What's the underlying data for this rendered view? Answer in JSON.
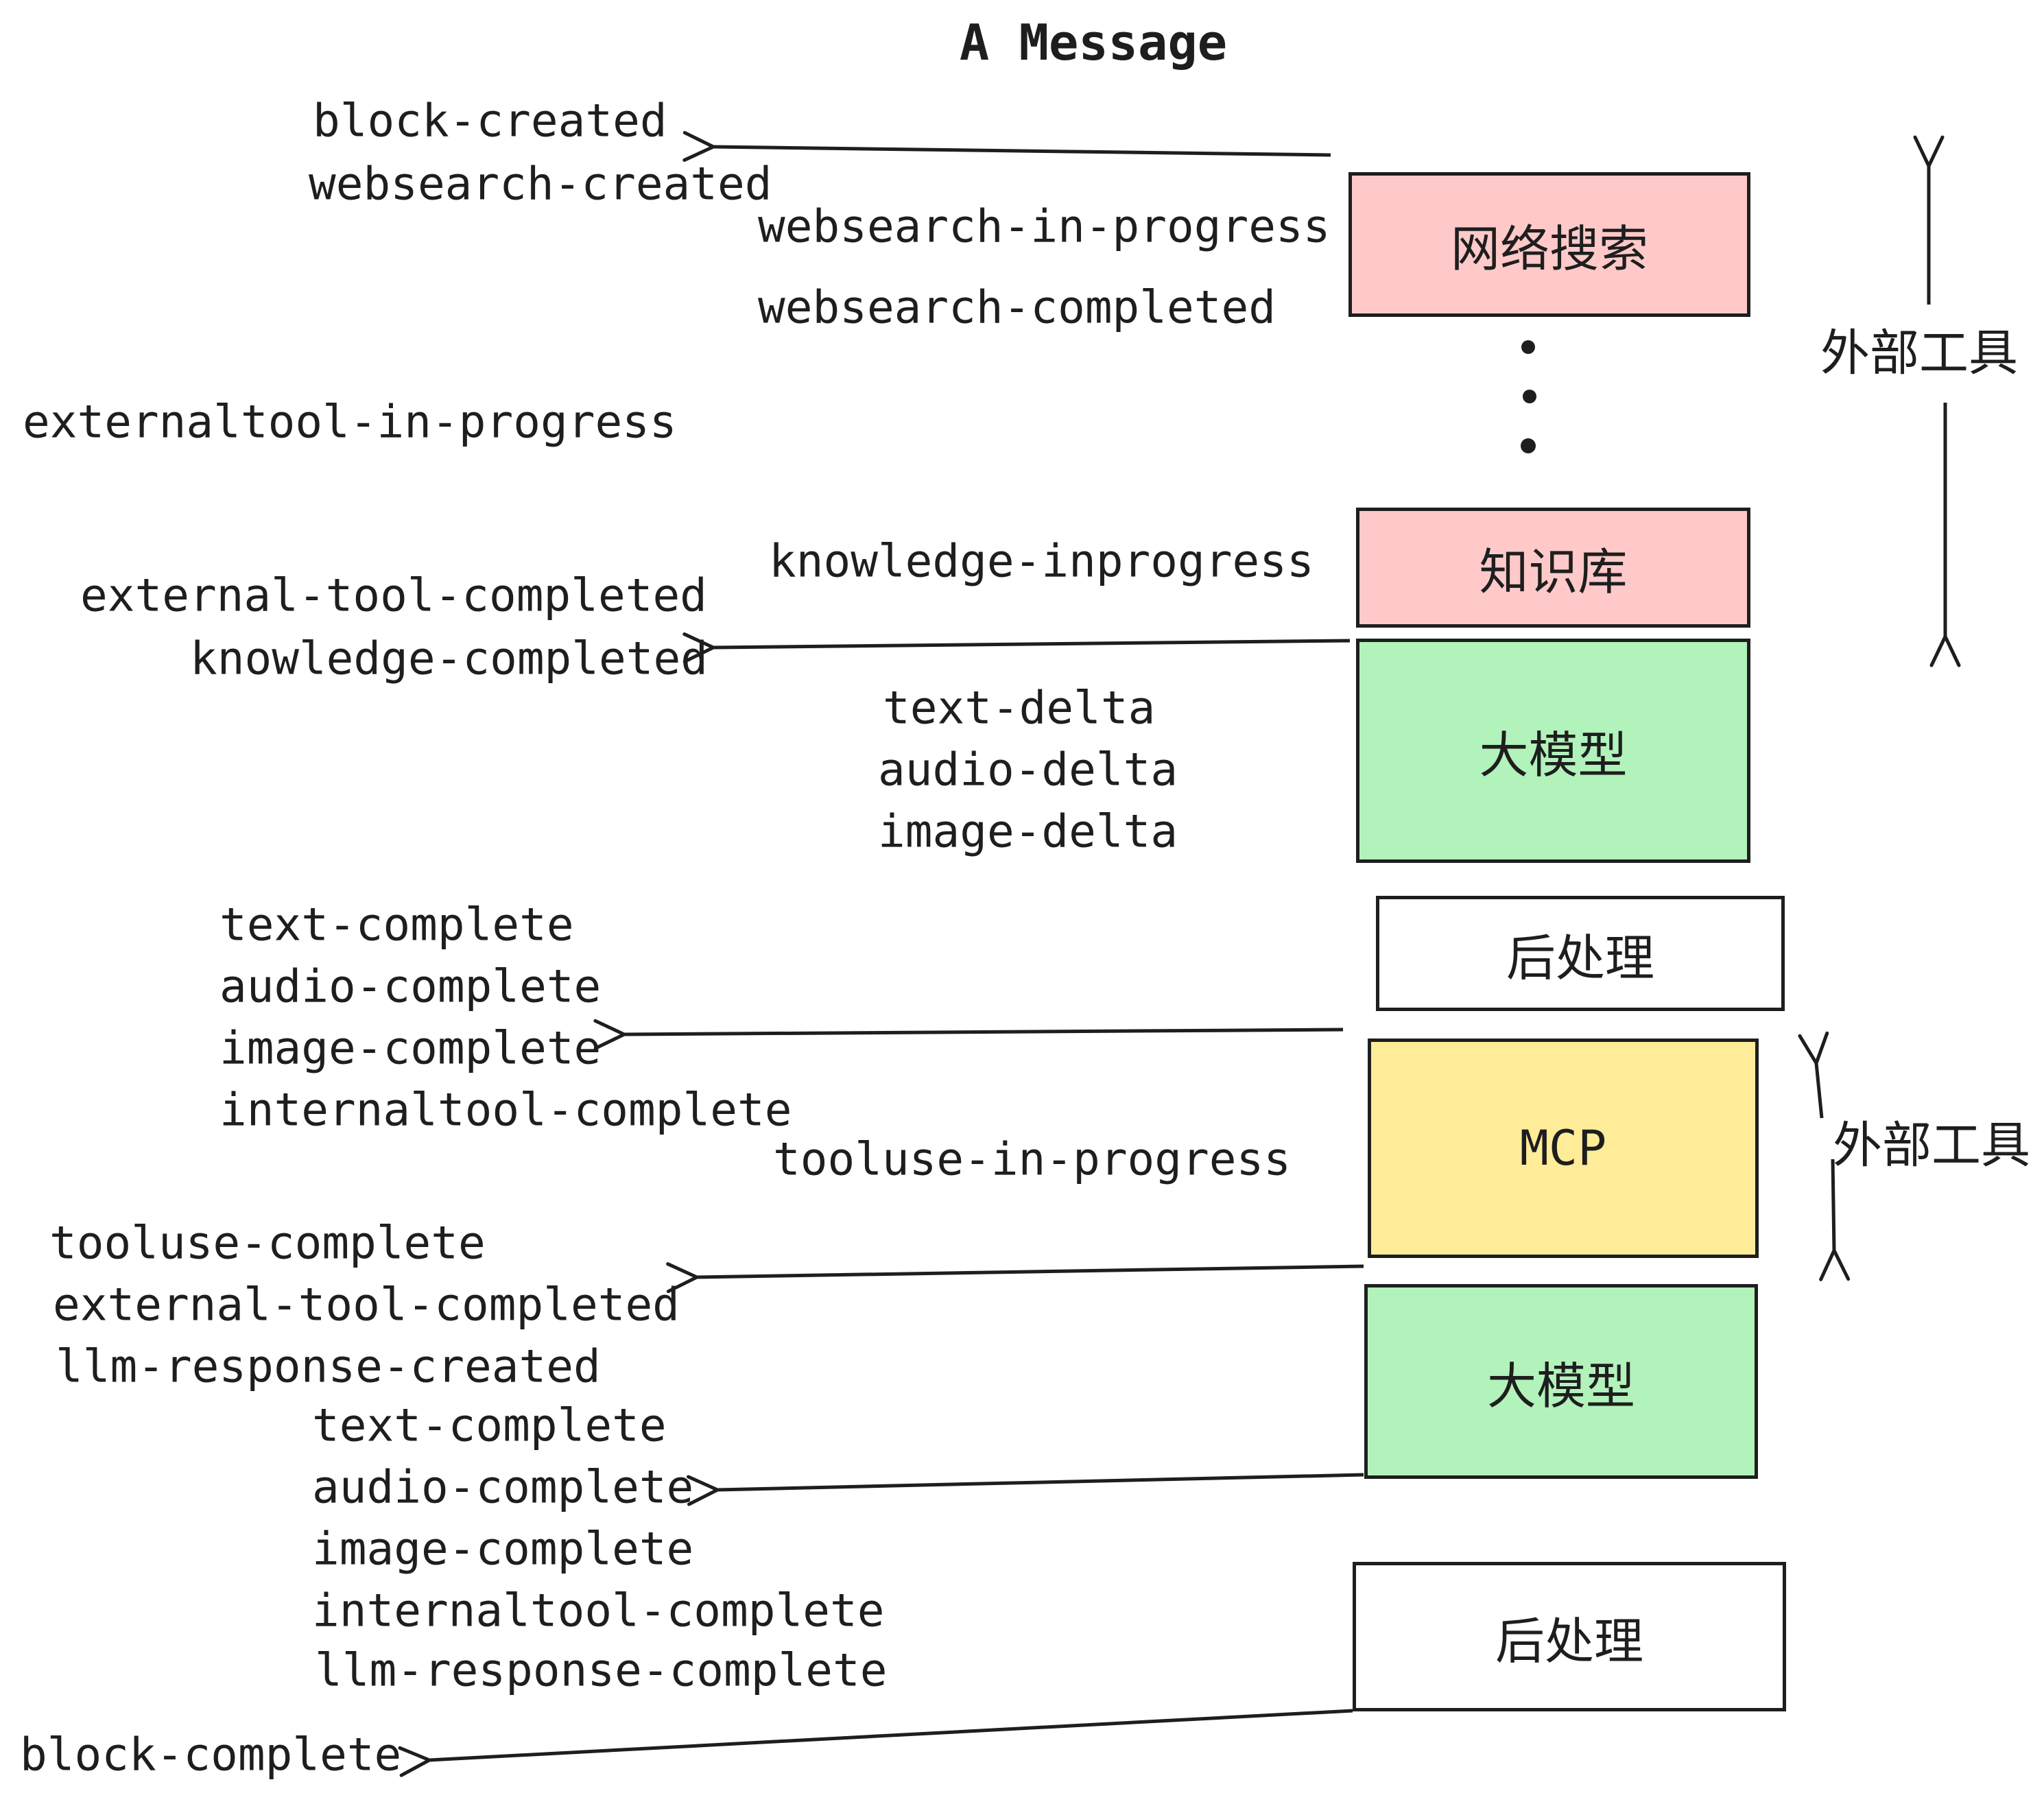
{
  "title": "A Message",
  "colors": {
    "external_tool_box": "#ffc9c9",
    "llm_box": "#b2f2bb",
    "mcp_box": "#ffec99",
    "post_process_box": "#ffffff",
    "stroke": "#1e1e1e",
    "background": "#ffffff"
  },
  "boxes": [
    {
      "id": "websearch",
      "label": "网络搜索"
    },
    {
      "id": "knowledge",
      "label": "知识库"
    },
    {
      "id": "llm-1",
      "label": "大模型"
    },
    {
      "id": "post-1",
      "label": "后处理"
    },
    {
      "id": "mcp",
      "label": "MCP"
    },
    {
      "id": "llm-2",
      "label": "大模型"
    },
    {
      "id": "post-2",
      "label": "后处理"
    }
  ],
  "side_labels": [
    {
      "text": "外部工具"
    },
    {
      "text": "外部工具"
    }
  ],
  "events": [
    {
      "text": "block-created"
    },
    {
      "text": "websearch-created"
    },
    {
      "text": "websearch-in-progress"
    },
    {
      "text": "websearch-completed"
    },
    {
      "text": "externaltool-in-progress"
    },
    {
      "text": "knowledge-inprogress"
    },
    {
      "text": "external-tool-completed"
    },
    {
      "text": "knowledge-completed"
    },
    {
      "text": "text-delta"
    },
    {
      "text": "audio-delta"
    },
    {
      "text": "image-delta"
    },
    {
      "text": "text-complete"
    },
    {
      "text": "audio-complete"
    },
    {
      "text": "image-complete"
    },
    {
      "text": "internaltool-complete"
    },
    {
      "text": "tooluse-in-progress"
    },
    {
      "text": "tooluse-complete"
    },
    {
      "text": "external-tool-completed"
    },
    {
      "text": "llm-response-created"
    },
    {
      "text": "text-complete"
    },
    {
      "text": "audio-complete"
    },
    {
      "text": "image-complete"
    },
    {
      "text": "internaltool-complete"
    },
    {
      "text": "llm-response-complete"
    },
    {
      "text": "block-complete"
    }
  ],
  "icons": {
    "ellipsis": "vertical-dots"
  }
}
